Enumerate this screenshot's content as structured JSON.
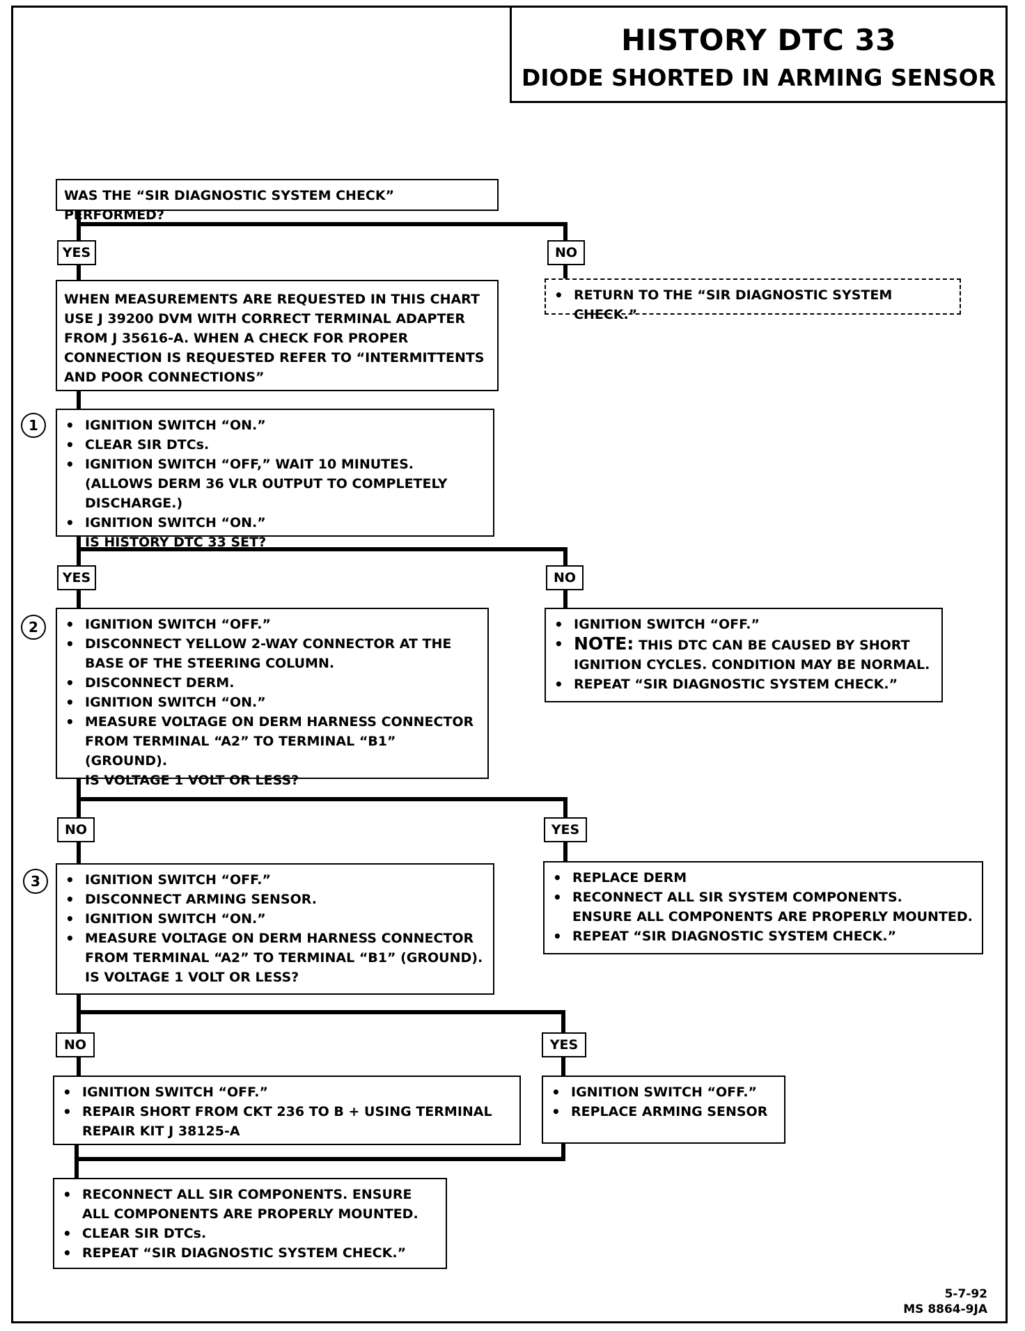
{
  "title": {
    "line1": "HISTORY DTC 33",
    "line2": "DIODE SHORTED IN ARMING SENSOR"
  },
  "question0": "WAS THE “SIR DIAGNOSTIC SYSTEM CHECK” PERFORMED?",
  "labels": {
    "yes": "YES",
    "no": "NO"
  },
  "no0_action": "RETURN TO THE “SIR DIAGNOSTIC SYSTEM CHECK.”",
  "intro_text": "WHEN MEASUREMENTS ARE REQUESTED IN THIS CHART USE J 39200 DVM WITH CORRECT TERMINAL ADAPTER FROM J 35616-A. WHEN A CHECK FOR PROPER CONNECTION IS REQUESTED REFER TO “INTERMITTENTS AND POOR CONNECTIONS”",
  "steps": {
    "s1": {
      "num": "1",
      "items": [
        "IGNITION SWITCH “ON.”",
        "CLEAR SIR DTCs.",
        "IGNITION SWITCH “OFF,” WAIT 10 MINUTES. (ALLOWS DERM 36 VLR OUTPUT TO COMPLETELY DISCHARGE.)",
        "IGNITION SWITCH “ON.”"
      ],
      "question": "IS HISTORY DTC 33 SET?"
    },
    "s2": {
      "num": "2",
      "items": [
        "IGNITION SWITCH “OFF.”",
        "DISCONNECT YELLOW 2-WAY CONNECTOR AT THE BASE OF THE STEERING COLUMN.",
        "DISCONNECT DERM.",
        "IGNITION SWITCH “ON.”",
        "MEASURE VOLTAGE ON DERM HARNESS CONNECTOR FROM TERMINAL “A2” TO TERMINAL “B1” (GROUND)."
      ],
      "question": "IS VOLTAGE 1 VOLT OR LESS?"
    },
    "s3": {
      "num": "3",
      "items": [
        "IGNITION SWITCH “OFF.”",
        "DISCONNECT ARMING SENSOR.",
        "IGNITION SWITCH “ON.”",
        "MEASURE VOLTAGE ON DERM HARNESS CONNECTOR FROM TERMINAL “A2” TO TERMINAL “B1” (GROUND)."
      ],
      "question": "IS VOLTAGE 1 VOLT OR LESS?"
    }
  },
  "no1_box": {
    "item1": "IGNITION SWITCH “OFF.”",
    "note_label": "NOTE:",
    "note_text": "THIS DTC CAN BE CAUSED BY SHORT IGNITION CYCLES. CONDITION MAY BE NORMAL.",
    "item3": "REPEAT “SIR DIAGNOSTIC SYSTEM CHECK.”"
  },
  "yes2_box": {
    "item1": "REPLACE DERM",
    "item2": "RECONNECT ALL SIR SYSTEM COMPONENTS.",
    "item2_sub": "ENSURE ALL COMPONENTS ARE PROPERLY MOUNTED.",
    "item3": "REPEAT “SIR DIAGNOSTIC SYSTEM CHECK.”"
  },
  "no3_box": [
    "IGNITION SWITCH “OFF.”",
    "REPAIR SHORT FROM CKT 236 TO B + USING TERMINAL REPAIR KIT J 38125-A"
  ],
  "yes3_box": [
    "IGNITION SWITCH “OFF.”",
    "REPLACE ARMING SENSOR"
  ],
  "final_box": [
    "RECONNECT ALL SIR COMPONENTS. ENSURE ALL COMPONENTS ARE PROPERLY MOUNTED.",
    "CLEAR SIR DTCs.",
    "REPEAT “SIR DIAGNOSTIC SYSTEM CHECK.”"
  ],
  "footer": {
    "date": "5-7-92",
    "code": "MS 8864-9JA"
  }
}
